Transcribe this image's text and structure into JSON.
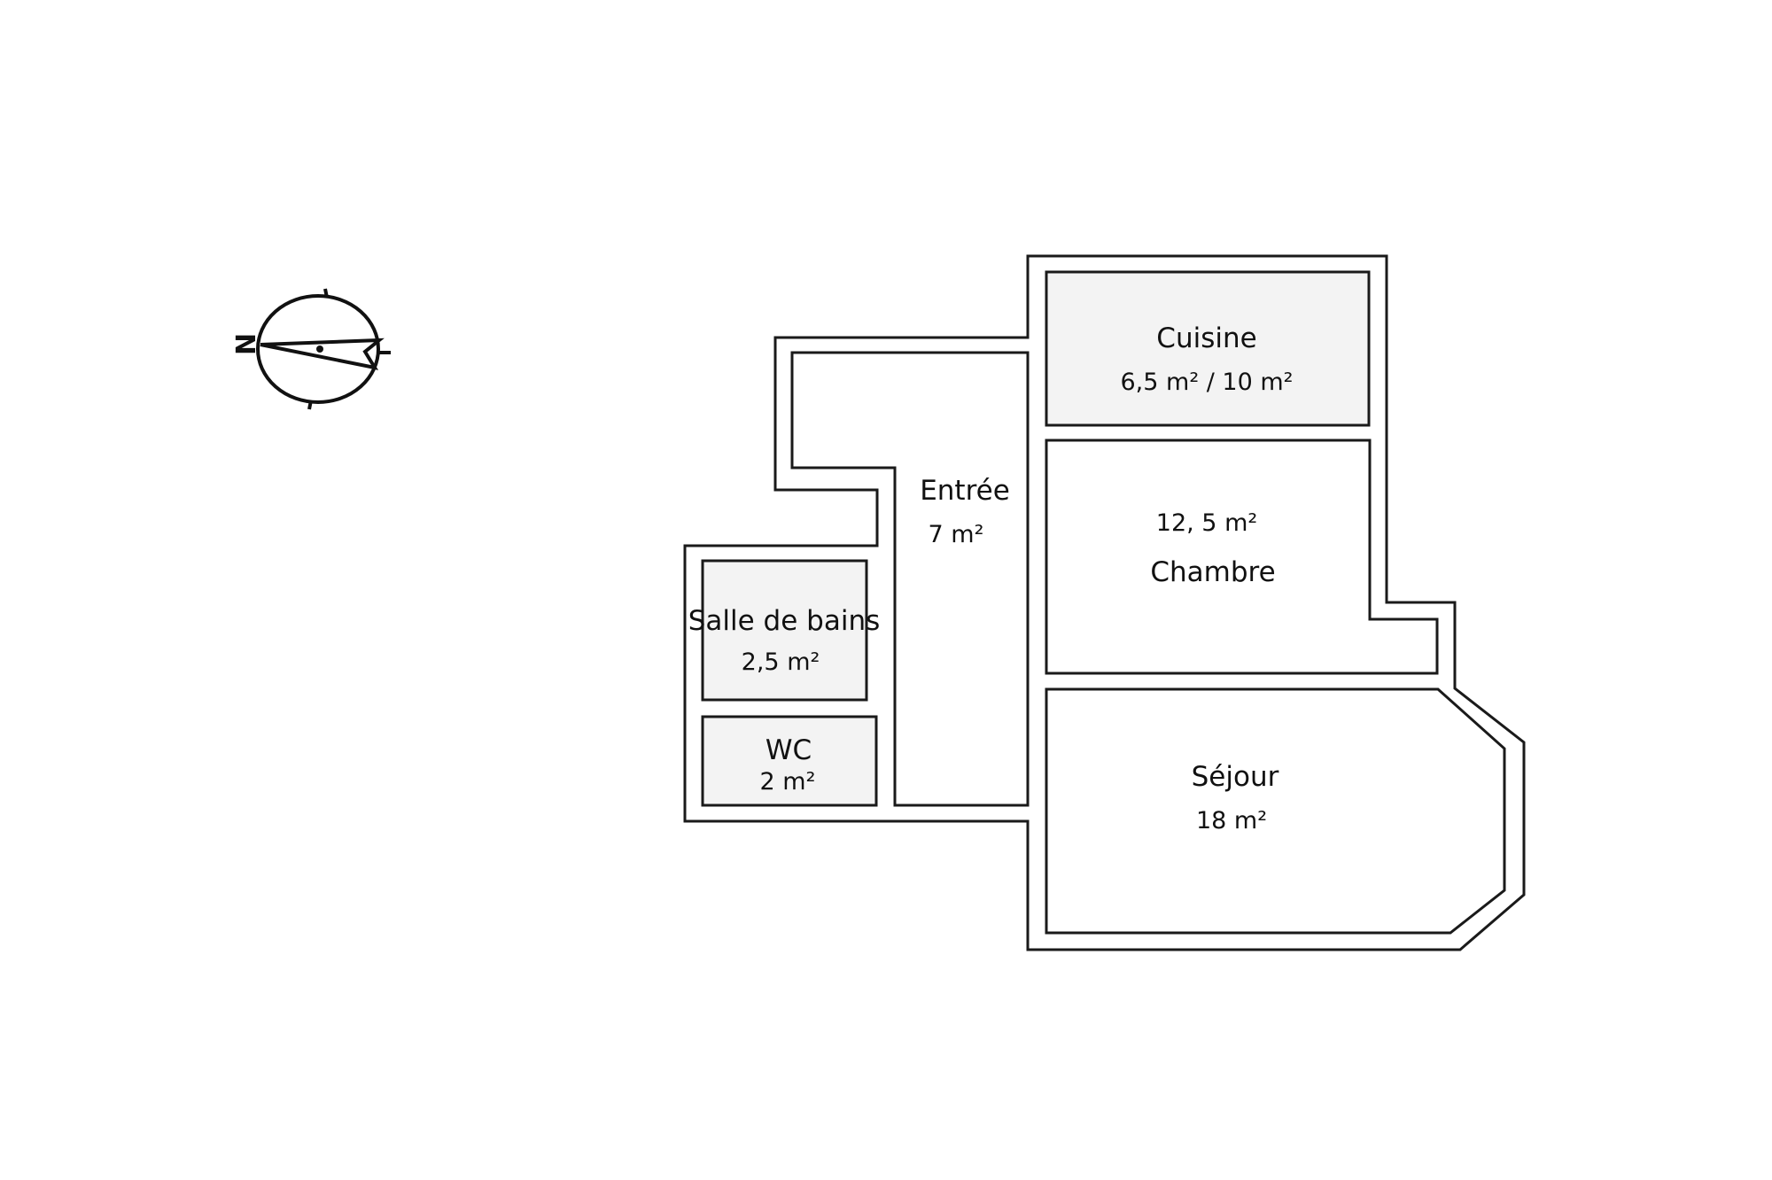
{
  "compass": {
    "letter": "N",
    "icon": "north-arrow-icon"
  },
  "rooms": {
    "cuisine": {
      "name": "Cuisine",
      "area": "6,5 m² / 10 m²"
    },
    "entree": {
      "name": "Entrée",
      "area": "7 m²"
    },
    "chambre": {
      "name": "Chambre",
      "area": "12, 5 m²"
    },
    "salle": {
      "name": "Salle de bains",
      "area": "2,5 m²"
    },
    "wc": {
      "name": "WC",
      "area": "2 m²"
    },
    "sejour": {
      "name": "Séjour",
      "area": "18 m²"
    }
  },
  "colors": {
    "wall": "#1a1a1a",
    "room_fill": "#f3f3f3",
    "background": "#ffffff"
  }
}
